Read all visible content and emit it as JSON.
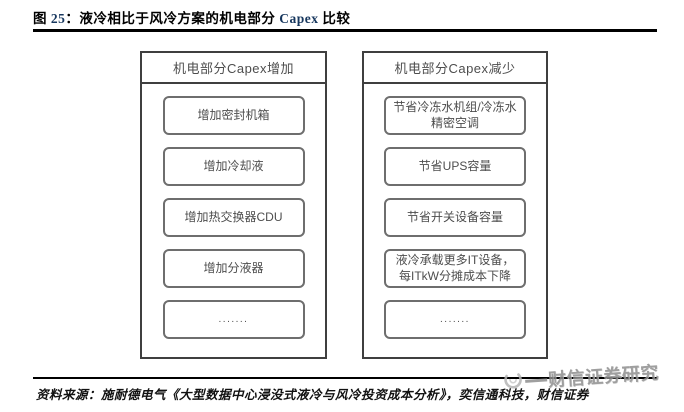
{
  "figure": {
    "label_prefix": "图 ",
    "label_number": "25",
    "label_colon": "：",
    "title_cn": "液冷相比于风冷方案的机电部分 ",
    "title_en": "Capex",
    "title_suffix": " 比较"
  },
  "diagram": {
    "left_panel": {
      "header": "机电部分Capex增加",
      "items": [
        "增加密封机箱",
        "增加冷却液",
        "增加热交换器CDU",
        "增加分液器",
        "......."
      ]
    },
    "right_panel": {
      "header": "机电部分Capex减少",
      "items": [
        "节省冷冻水机组/冷冻水精密空调",
        "节省UPS容量",
        "节省开关设备容量",
        "液冷承载更多IT设备，每ITkW分摊成本下降",
        "......."
      ]
    }
  },
  "footer": {
    "source": "资料来源：施耐德电气《大型数据中心浸没式液冷与风冷投资成本分析》，奕信通科技，财信证券",
    "watermark": "财信证券研究"
  },
  "colors": {
    "rule": "#000000",
    "panel_border": "#3f3f3f",
    "node_border": "#6e6e6e",
    "node_text": "#4d4d4d",
    "title_latin": "#17375e",
    "watermark_gray": "#8f8f8f"
  }
}
